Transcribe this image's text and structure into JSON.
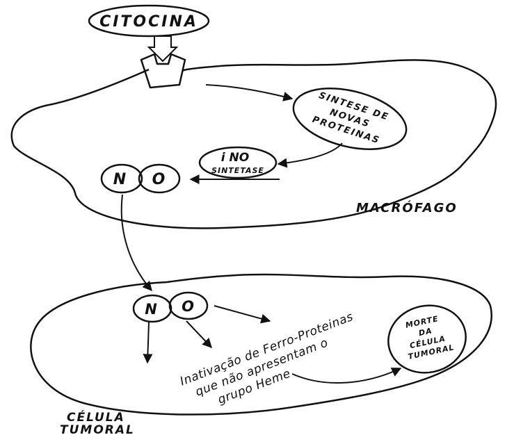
{
  "cytokine": {
    "label": "CITOCINA"
  },
  "macrophage": {
    "label": "MACRÓFAGO",
    "protein_synthesis": {
      "line1": "SINTESE DE",
      "line2": "NOVAS",
      "line3": "PROTEINAS"
    },
    "no_synthase": {
      "line1": "i NO",
      "line2": "SINTETASE"
    },
    "no_molecule": {
      "n": "N",
      "o": "O"
    }
  },
  "tumor_cell": {
    "label_line1": "CÉLULA",
    "label_line2": "TUMORAL",
    "no_molecule": {
      "n": "N",
      "o": "O"
    },
    "inactivation": {
      "line1": "Inativação de Ferro-Proteinas",
      "line2": "que não apresentam o",
      "line3": "grupo Heme"
    },
    "death": {
      "line1": "MORTE",
      "line2": "DA",
      "line3": "CÉLULA",
      "line4": "TUMORAL"
    }
  }
}
